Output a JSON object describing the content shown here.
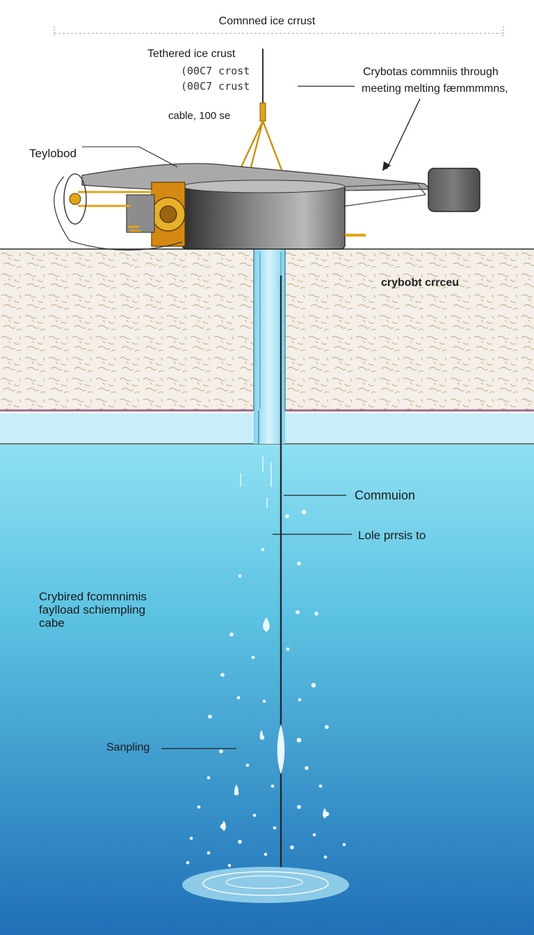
{
  "diagram": {
    "title": "Comnned ice crrust",
    "tether": {
      "label": "Tethered ice crust",
      "line1": "(00C7 crost",
      "line2": "(00C7 crust",
      "line3": "cable, 100 se"
    },
    "payload_label": "Teylobod",
    "communication": {
      "line1": "Crybotas commniis through",
      "line2": "meeting melting fæmmmmns,"
    },
    "ice_label": "crybobt crrceu",
    "water_labels": {
      "communion": "Commuion",
      "lole": "Lole prrsis to",
      "side_line1": "Crybired fcomnnimis",
      "side_line2": "faylload schiempling",
      "side_line3": "cabe",
      "sampling": "Sanpling"
    },
    "colors": {
      "ice_fill": "#f4efe8",
      "ice_texture": "#c9b48f",
      "water_top": "#8fe0f2",
      "water_bottom": "#1f6fb6",
      "probe_body": "#6d6d6d",
      "gold": "#e0a418"
    }
  }
}
